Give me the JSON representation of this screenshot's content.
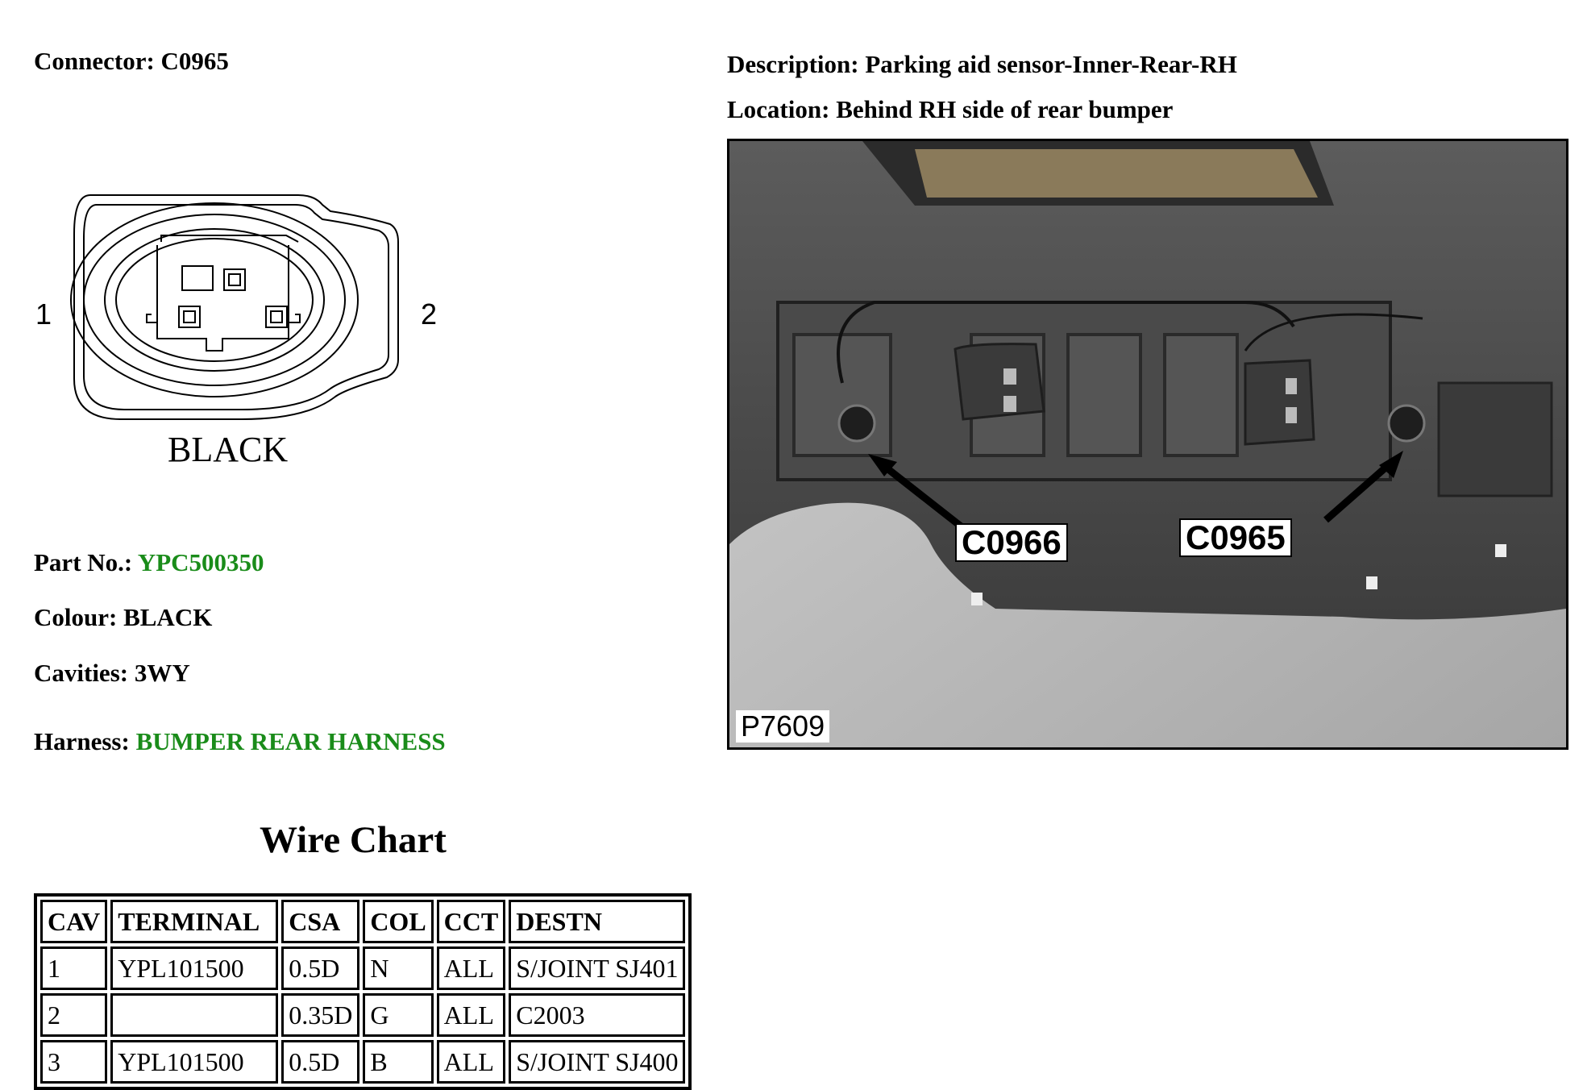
{
  "connector": {
    "label": "Connector:",
    "id": "C0965"
  },
  "diagram": {
    "pin_left": "1",
    "pin_right": "2",
    "body_colour": "BLACK"
  },
  "part": {
    "partno_label": "Part No.:",
    "partno_value": "YPC500350",
    "colour_label": "Colour:",
    "colour_value": "BLACK",
    "cavities_label": "Cavities:",
    "cavities_value": "3WY",
    "harness_label": "Harness:",
    "harness_value": "BUMPER REAR HARNESS",
    "link_color": "#1a8c1a"
  },
  "description": {
    "label": "Description:",
    "value": "Parking aid sensor-Inner-Rear-RH"
  },
  "location": {
    "label": "Location:",
    "value": "Behind RH side of rear bumper"
  },
  "photo": {
    "callout_left": "C0966",
    "callout_right": "C0965",
    "photo_id": "P7609"
  },
  "wire_chart": {
    "title": "Wire Chart",
    "headers": [
      "CAV",
      "TERMINAL",
      "CSA",
      "COL",
      "CCT",
      "DESTN"
    ],
    "rows": [
      [
        "1",
        "YPL101500",
        "0.5D",
        "N",
        "ALL",
        "S/JOINT SJ401"
      ],
      [
        "2",
        "",
        "0.35D",
        "G",
        "ALL",
        "C2003"
      ],
      [
        "3",
        "YPL101500",
        "0.5D",
        "B",
        "ALL",
        "S/JOINT SJ400"
      ]
    ]
  }
}
